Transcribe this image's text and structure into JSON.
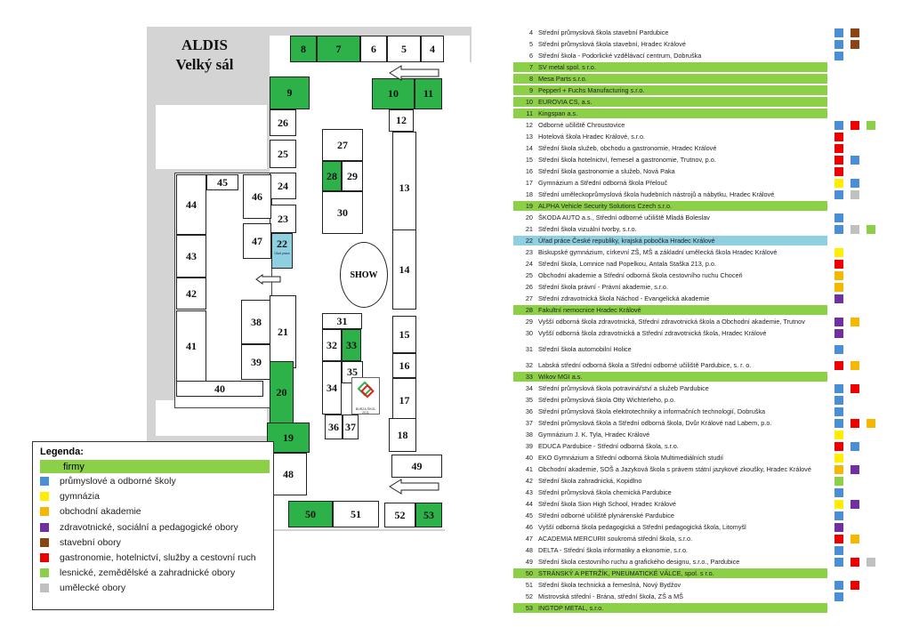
{
  "title": {
    "line1": "ALDIS",
    "line2": "Velký sál"
  },
  "plan": {
    "stands": [
      {
        "n": "8",
        "c": "g"
      },
      {
        "n": "7",
        "c": "g"
      },
      {
        "n": "6",
        "c": "w"
      },
      {
        "n": "5",
        "c": "w"
      },
      {
        "n": "4",
        "c": "w"
      },
      {
        "n": "9",
        "c": "g"
      },
      {
        "n": "10",
        "c": "g"
      },
      {
        "n": "11",
        "c": "g"
      },
      {
        "n": "26",
        "c": "w"
      },
      {
        "n": "12",
        "c": "w"
      },
      {
        "n": "25",
        "c": "w"
      },
      {
        "n": "27",
        "c": "w"
      },
      {
        "n": "28",
        "c": "g"
      },
      {
        "n": "29",
        "c": "w"
      },
      {
        "n": "30",
        "c": "w"
      },
      {
        "n": "13",
        "c": "w"
      },
      {
        "n": "24",
        "c": "w"
      },
      {
        "n": "23",
        "c": "w"
      },
      {
        "n": "22",
        "c": "b"
      },
      {
        "n": "14",
        "c": "w"
      },
      {
        "n": "45",
        "c": "w"
      },
      {
        "n": "44",
        "c": "w"
      },
      {
        "n": "46",
        "c": "w"
      },
      {
        "n": "43",
        "c": "w"
      },
      {
        "n": "47",
        "c": "w"
      },
      {
        "n": "42",
        "c": "w"
      },
      {
        "n": "38",
        "c": "w"
      },
      {
        "n": "41",
        "c": "w"
      },
      {
        "n": "39",
        "c": "w"
      },
      {
        "n": "40",
        "c": "w"
      },
      {
        "n": "21",
        "c": "w"
      },
      {
        "n": "31",
        "c": "w"
      },
      {
        "n": "32",
        "c": "w"
      },
      {
        "n": "33",
        "c": "g"
      },
      {
        "n": "34",
        "c": "w"
      },
      {
        "n": "35",
        "c": "w"
      },
      {
        "n": "15",
        "c": "w"
      },
      {
        "n": "16",
        "c": "w"
      },
      {
        "n": "17",
        "c": "w"
      },
      {
        "n": "20",
        "c": "g"
      },
      {
        "n": "36",
        "c": "w"
      },
      {
        "n": "37",
        "c": "w"
      },
      {
        "n": "18",
        "c": "w"
      },
      {
        "n": "19",
        "c": "g"
      },
      {
        "n": "48",
        "c": "w"
      },
      {
        "n": "49",
        "c": "w"
      },
      {
        "n": "50",
        "c": "g"
      },
      {
        "n": "51",
        "c": "w"
      },
      {
        "n": "52",
        "c": "w"
      },
      {
        "n": "53",
        "c": "g"
      }
    ],
    "show": "SHOW",
    "stand22_note": "Úřad práce",
    "logo_text": "BURZA ŠKOL 2011"
  },
  "legend": {
    "title": "Legenda:",
    "items": [
      {
        "label": "firmy",
        "color": "#8cd047"
      },
      {
        "label": "průmyslové a odborné školy",
        "color": "#4a8fd6"
      },
      {
        "label": "gymnázia",
        "color": "#ffee00"
      },
      {
        "label": "obchodní akademie",
        "color": "#f5b800"
      },
      {
        "label": "zdravotnické, sociální a pedagogické obory",
        "color": "#7030a0"
      },
      {
        "label": "stavební obory",
        "color": "#8b4513"
      },
      {
        "label": "gastronomie, hotelnictví, služby a cestovní ruch",
        "color": "#ee0000"
      },
      {
        "label": "lesnické, zemědělské a zahradnické obory",
        "color": "#8cd047"
      },
      {
        "label": "umělecké obory",
        "color": "#c0c0c0"
      }
    ]
  },
  "exhibitors": [
    {
      "n": "4",
      "name": "Střední průmyslová škola stavební Pardubice",
      "t": "school",
      "cats": [
        "#4a8fd6",
        "#8b4513"
      ]
    },
    {
      "n": "5",
      "name": "Střední průmyslová škola stavební, Hradec Králové",
      "t": "school",
      "cats": [
        "#4a8fd6",
        "#8b4513"
      ]
    },
    {
      "n": "6",
      "name": "Střední škola - Podorlické vzdělávací centrum, Dobruška",
      "t": "school",
      "cats": [
        "#4a8fd6"
      ]
    },
    {
      "n": "7",
      "name": "SV metal spol. s r.o.",
      "t": "firm",
      "cats": []
    },
    {
      "n": "8",
      "name": "Mesa Parts s.r.o.",
      "t": "firm",
      "cats": []
    },
    {
      "n": "9",
      "name": "Pepperl + Fuchs Manufacturing s.r.o.",
      "t": "firm",
      "cats": []
    },
    {
      "n": "10",
      "name": "EUROVIA CS, a.s.",
      "t": "firm",
      "cats": []
    },
    {
      "n": "11",
      "name": "Kingspan a.s.",
      "t": "firm",
      "cats": []
    },
    {
      "n": "12",
      "name": "Odborné učiliště Chroustovice",
      "t": "school",
      "cats": [
        "#4a8fd6",
        "#ee0000",
        "#8cd047"
      ]
    },
    {
      "n": "13",
      "name": "Hotelová škola Hradec Králové, s.r.o.",
      "t": "school",
      "cats": [
        "#ee0000"
      ]
    },
    {
      "n": "14",
      "name": "Střední škola služeb, obchodu a gastronomie, Hradec Králové",
      "t": "school",
      "cats": [
        "#ee0000"
      ]
    },
    {
      "n": "15",
      "name": "Střední škola hotelnictví, řemesel a gastronomie, Trutnov, p.o.",
      "t": "school",
      "cats": [
        "#ee0000",
        "#4a8fd6"
      ]
    },
    {
      "n": "16",
      "name": "Střední škola gastronomie a služeb, Nová Paka",
      "t": "school",
      "cats": [
        "#ee0000"
      ]
    },
    {
      "n": "17",
      "name": "Gymnázium a Střední odborná škola Přelouč",
      "t": "school",
      "cats": [
        "#ffee00",
        "#4a8fd6"
      ]
    },
    {
      "n": "18",
      "name": "Střední uměleckoprůmyslová škola hudebních nástrojů a nábytku, Hradec Králové",
      "t": "school",
      "cats": [
        "#4a8fd6",
        "#c0c0c0"
      ]
    },
    {
      "n": "19",
      "name": "ALPHA Vehicle Security Solutions Czech s.r.o.",
      "t": "firm",
      "cats": []
    },
    {
      "n": "20",
      "name": "ŠKODA AUTO a.s., Střední odborné učiliště Mladá Boleslav",
      "t": "school",
      "cats": [
        "#4a8fd6"
      ]
    },
    {
      "n": "21",
      "name": "Střední škola vizuální tvorby, s.r.o.",
      "t": "school",
      "cats": [
        "#4a8fd6",
        "#c0c0c0",
        "#8cd047"
      ]
    },
    {
      "n": "22",
      "name": "Úřad práce České republiky, krajská pobočka Hradec Králové",
      "t": "office",
      "cats": []
    },
    {
      "n": "23",
      "name": "Biskupské gymnázium, církevní ZŠ, MŠ a základní umělecká škola Hradec Králové",
      "t": "school",
      "cats": [
        "#ffee00"
      ]
    },
    {
      "n": "24",
      "name": "Střední škola, Lomnice nad Popelkou, Antala Staška 213, p.o.",
      "t": "school",
      "cats": [
        "#ee0000"
      ]
    },
    {
      "n": "25",
      "name": "Obchodní akademie a Střední odborná škola cestovního ruchu Choceň",
      "t": "school",
      "cats": [
        "#f5b800"
      ]
    },
    {
      "n": "26",
      "name": "Střední škola právní - Právní akademie, s.r.o.",
      "t": "school",
      "cats": [
        "#f5b800"
      ]
    },
    {
      "n": "27",
      "name": "Střední zdravotnická škola Náchod - Evangelická akademie",
      "t": "school",
      "cats": [
        "#7030a0"
      ]
    },
    {
      "n": "28",
      "name": "Fakultní nemocnice Hradec Králové",
      "t": "firm",
      "cats": []
    },
    {
      "n": "29",
      "name": "Vyšší odborná škola zdravotnická, Střední zdravotnická škola a Obchodní akademie, Trutnov",
      "t": "school",
      "cats": [
        "#7030a0",
        "#f5b800"
      ]
    },
    {
      "n": "30",
      "name": "Vyšší odborná škola zdravotnická a Střední zdravotnická škola, Hradec Králové",
      "t": "school",
      "cats": [
        "#7030a0"
      ]
    },
    {
      "n": "31",
      "name": "Střední škola automobilní Holice",
      "t": "school",
      "cats": [
        "#4a8fd6"
      ]
    },
    {
      "n": "32",
      "name": "Labská střední odborná škola a Střední odborné učiliště Pardubice, s. r. o.",
      "t": "school",
      "cats": [
        "#ee0000",
        "#f5b800"
      ]
    },
    {
      "n": "33",
      "name": "Wikov MGI a.s.",
      "t": "firm",
      "cats": []
    },
    {
      "n": "34",
      "name": "Střední průmyslová škola potravinářství a služeb Pardubice",
      "t": "school",
      "cats": [
        "#4a8fd6",
        "#ee0000"
      ]
    },
    {
      "n": "35",
      "name": "Střední průmyslová škola Otty Wichterleho, p.o.",
      "t": "school",
      "cats": [
        "#4a8fd6"
      ]
    },
    {
      "n": "36",
      "name": "Střední průmyslová škola elektrotechniky a informačních technologií, Dobruška",
      "t": "school",
      "cats": [
        "#4a8fd6"
      ]
    },
    {
      "n": "37",
      "name": "Střední průmyslová škola a Střední odborná škola, Dvůr Králové nad Labem, p.o.",
      "t": "school",
      "cats": [
        "#4a8fd6",
        "#ee0000",
        "#f5b800"
      ]
    },
    {
      "n": "38",
      "name": "Gymnázium J. K. Tyla, Hradec Králové",
      "t": "school",
      "cats": [
        "#ffee00"
      ]
    },
    {
      "n": "39",
      "name": "EDUCA Pardubice - Střední odborná škola, s.r.o.",
      "t": "school",
      "cats": [
        "#ee0000",
        "#4a8fd6"
      ]
    },
    {
      "n": "40",
      "name": "EKO Gymnázium a Střední odborná škola Multimediálních studií",
      "t": "school",
      "cats": [
        "#ffee00"
      ]
    },
    {
      "n": "41",
      "name": "Obchodní akademie, SOŠ a Jazyková škola s právem státní jazykové zkoušky, Hradec Králové",
      "t": "school",
      "cats": [
        "#f5b800",
        "#7030a0"
      ]
    },
    {
      "n": "42",
      "name": "Střední škola zahradnická, Kopidlno",
      "t": "school",
      "cats": [
        "#8cd047"
      ]
    },
    {
      "n": "43",
      "name": "Střední průmyslová škola chemická Pardubice",
      "t": "school",
      "cats": [
        "#4a8fd6"
      ]
    },
    {
      "n": "44",
      "name": "Střední škola Sion High School, Hradec Králové",
      "t": "school",
      "cats": [
        "#ffee00",
        "#7030a0"
      ]
    },
    {
      "n": "45",
      "name": "Střední odborné učiliště plynárenské Pardubice",
      "t": "school",
      "cats": [
        "#4a8fd6"
      ]
    },
    {
      "n": "46",
      "name": "Vyšší odborná škola pedagogická a Střední pedagogická škola, Litomyšl",
      "t": "school",
      "cats": [
        "#7030a0"
      ]
    },
    {
      "n": "47",
      "name": "ACADEMIA MERCURII soukromá střední škola, s.r.o.",
      "t": "school",
      "cats": [
        "#ee0000",
        "#f5b800"
      ]
    },
    {
      "n": "48",
      "name": "DELTA - Střední škola informatiky a ekonomie, s.r.o.",
      "t": "school",
      "cats": [
        "#4a8fd6"
      ]
    },
    {
      "n": "49",
      "name": "Střední škola cestovního ruchu a grafického designu, s.r.o., Pardubice",
      "t": "school",
      "cats": [
        "#4a8fd6",
        "#ee0000",
        "#c0c0c0"
      ]
    },
    {
      "n": "50",
      "name": "STRÁNSKÝ A PETRŽÍK, PNEUMATICKÉ VÁLCE, spol. s r.o.",
      "t": "firm",
      "cats": []
    },
    {
      "n": "51",
      "name": "Střední škola technická a řemeslná, Nový Bydžov",
      "t": "school",
      "cats": [
        "#4a8fd6",
        "#ee0000"
      ]
    },
    {
      "n": "52",
      "name": "Mistrovská střední - Brána, střední škola, ZŠ a MŠ",
      "t": "school",
      "cats": [
        "#4a8fd6"
      ]
    },
    {
      "n": "53",
      "name": "INGTOP METAL, s.r.o.",
      "t": "firm",
      "cats": []
    }
  ]
}
